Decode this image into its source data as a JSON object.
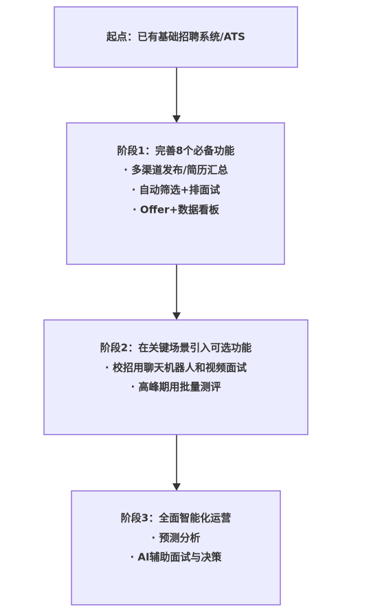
{
  "diagram": {
    "type": "flowchart",
    "colors": {
      "node_fill": "#ececff",
      "node_border": "#9370db",
      "edge": "#333333",
      "text": "#333333"
    },
    "nodes": [
      {
        "id": "start",
        "lines": [
          "起点：已有基础招聘系统/ATS"
        ]
      },
      {
        "id": "phase1",
        "lines": [
          "阶段1：完善8个必备功能",
          "· 多渠道发布/简历汇总",
          "· 自动筛选+排面试",
          "· Offer+数据看板"
        ]
      },
      {
        "id": "phase2",
        "lines": [
          "阶段2：在关键场景引入可选功能",
          "· 校招用聊天机器人和视频面试",
          "· 高峰期用批量测评"
        ]
      },
      {
        "id": "phase3",
        "lines": [
          "阶段3：全面智能化运营",
          "· 预测分析",
          "· AI辅助面试与决策"
        ]
      }
    ],
    "edges": [
      {
        "from": "start",
        "to": "phase1"
      },
      {
        "from": "phase1",
        "to": "phase2"
      },
      {
        "from": "phase2",
        "to": "phase3"
      }
    ]
  }
}
